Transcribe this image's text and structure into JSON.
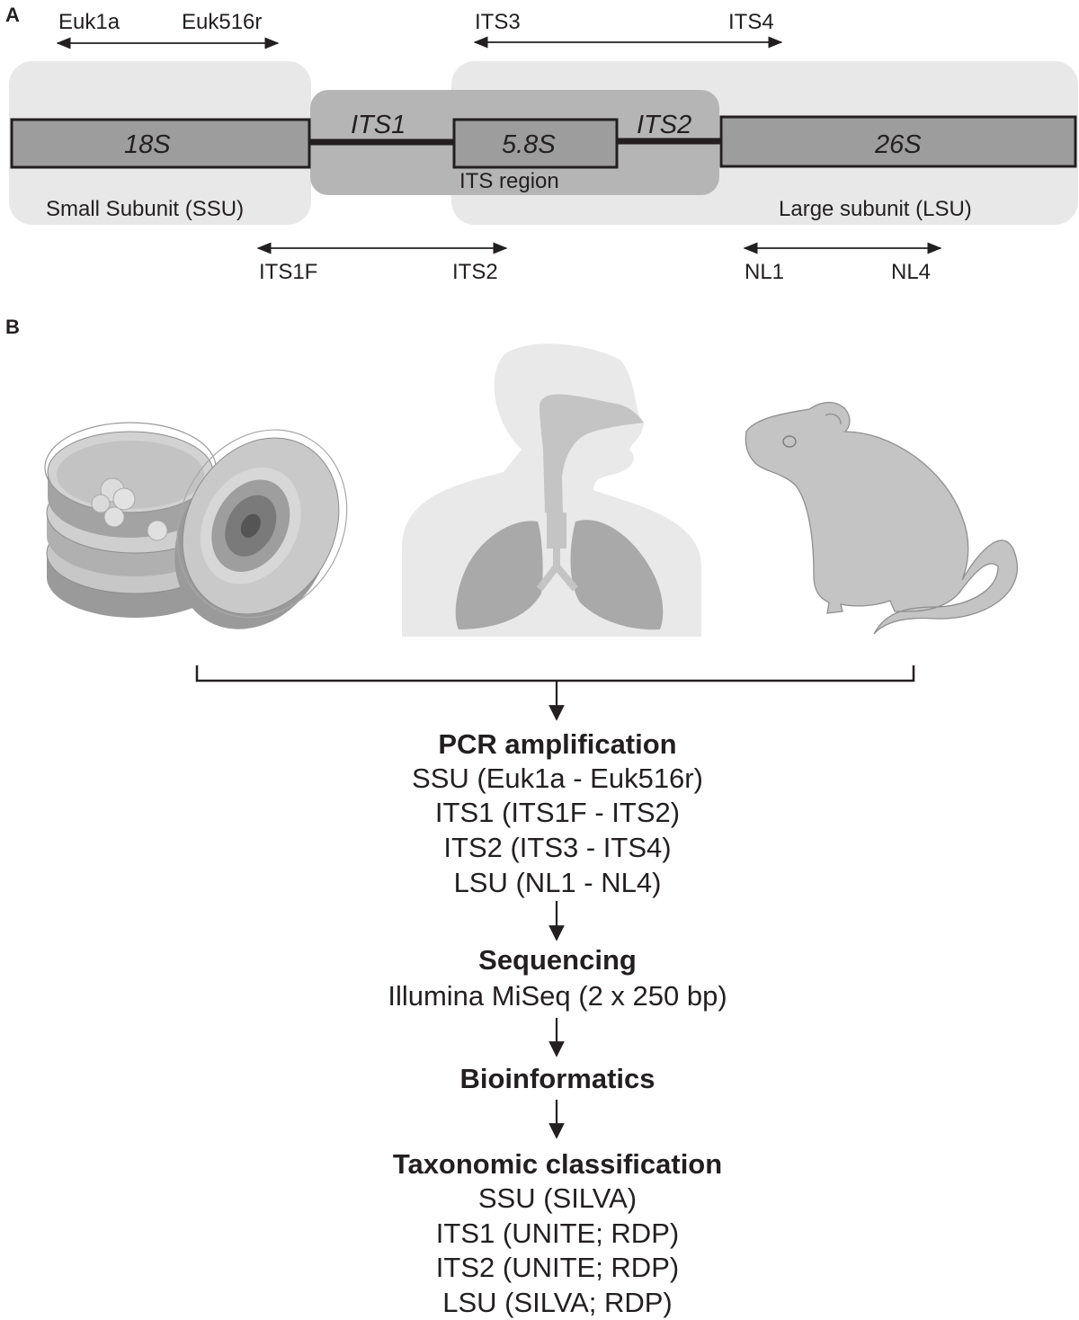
{
  "panels": {
    "a": "A",
    "b": "B"
  },
  "gene_map": {
    "segments": {
      "s18": "18S",
      "its1": "ITS1",
      "s58": "5.8S",
      "its2": "ITS2",
      "s26": "26S"
    },
    "regions": {
      "ssu": "Small Subunit (SSU)",
      "its": "ITS region",
      "lsu": "Large subunit (LSU)"
    },
    "primers": {
      "euk1a": "Euk1a",
      "euk516r": "Euk516r",
      "its3": "ITS3",
      "its4": "ITS4",
      "its1f": "ITS1F",
      "its2": "ITS2",
      "nl1": "NL1",
      "nl4": "NL4"
    }
  },
  "workflow": {
    "pcr": {
      "title": "PCR amplification",
      "lines": [
        "SSU (Euk1a - Euk516r)",
        "ITS1 (ITS1F - ITS2)",
        "ITS2 (ITS3 - ITS4)",
        "LSU (NL1 - NL4)"
      ]
    },
    "sequencing": {
      "title": "Sequencing",
      "lines": [
        "Illumina MiSeq (2 x 250 bp)"
      ]
    },
    "bioinformatics": {
      "title": "Bioinformatics"
    },
    "taxonomy": {
      "title": "Taxonomic classification",
      "lines": [
        "SSU (SILVA)",
        "ITS1 (UNITE; RDP)",
        "ITS2 (UNITE; RDP)",
        "LSU (SILVA; RDP)"
      ]
    }
  },
  "colors": {
    "region_bg": "#e8e8e9",
    "its_bg": "#b5b5b6",
    "gene_box": "#9d9d9e",
    "illustration": "#c4c4c5",
    "line": "#231f20"
  }
}
